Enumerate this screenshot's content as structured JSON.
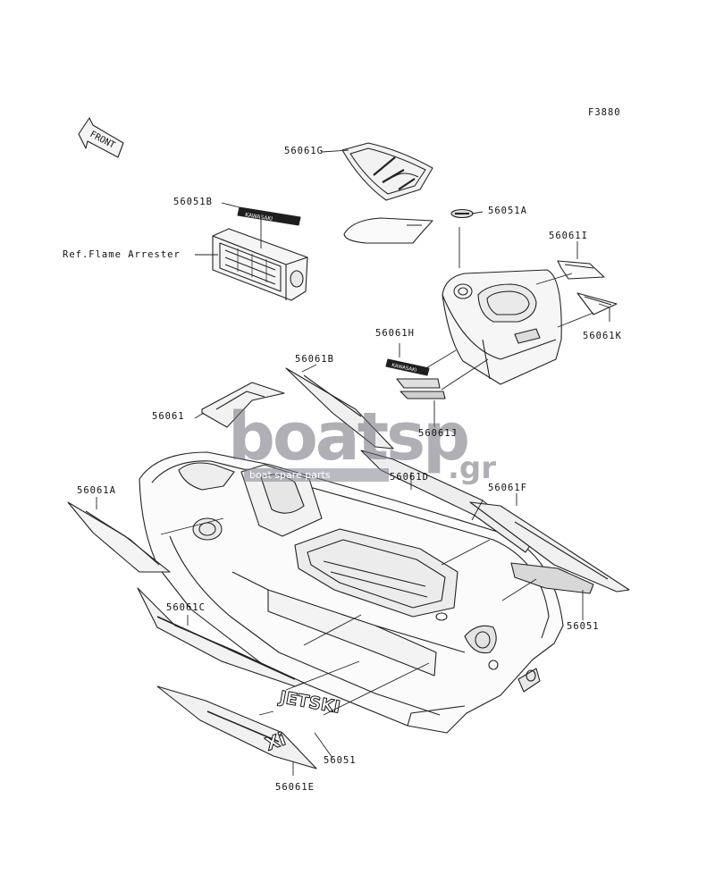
{
  "figure_code": "F3880",
  "front_arrow_text": "FRONT",
  "watermark": {
    "brand": "boatsp",
    "suffix": ".gr",
    "subtitle": "boat spare parts"
  },
  "labels": {
    "l56061G": "56061G",
    "l56051B": "56051B",
    "ref_flame_arrester": "Ref.Flame Arrester",
    "l56051A": "56051A",
    "l56061I": "56061I",
    "l56061K": "56061K",
    "l56061H": "56061H",
    "l56061B": "56061B",
    "l56061": "56061",
    "l56061J": "56061J",
    "l56061D": "56061D",
    "l56061F": "56061F",
    "l56061A": "56061A",
    "l56061C": "56061C",
    "l56051_right": "56051",
    "l56051_bottom": "56051",
    "l56061E": "56061E"
  },
  "decal_text": {
    "jetski_logo": "JETSKI",
    "bar_decal": "KAWASAKI",
    "xi_logo": "Xi"
  },
  "colors": {
    "line": "#222222",
    "fill_light": "#ececec",
    "fill_mid": "#cfcfcf",
    "watermark": "#6e6e78"
  }
}
